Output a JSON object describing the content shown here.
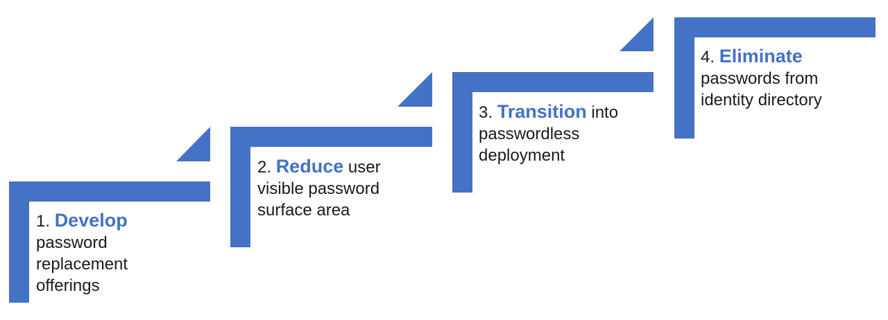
{
  "colors": {
    "accent": "#4472c4",
    "text": "#1a1a1a"
  },
  "steps": [
    {
      "number": "1.",
      "keyword": "Develop",
      "first_rest": "",
      "lines": [
        "password",
        "replacement",
        "offerings"
      ]
    },
    {
      "number": "2.",
      "keyword": "Reduce",
      "first_rest": "user",
      "lines": [
        "visible password",
        "surface area"
      ]
    },
    {
      "number": "3.",
      "keyword": "Transition",
      "first_rest": "into",
      "lines": [
        "passwordless",
        "deployment"
      ]
    },
    {
      "number": "4.",
      "keyword": "Eliminate",
      "first_rest": "",
      "lines": [
        "passwords from",
        "identity directory"
      ]
    }
  ]
}
